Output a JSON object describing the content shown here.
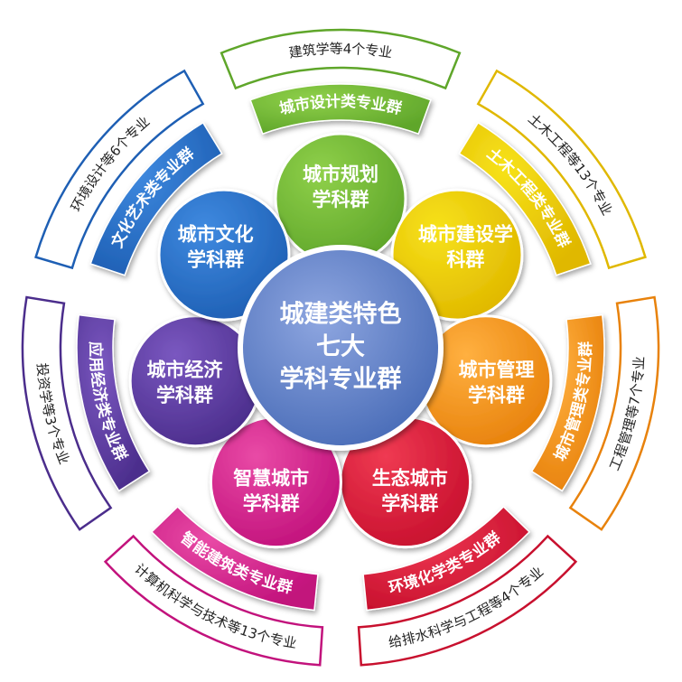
{
  "center": {
    "lines": [
      "城建类特色",
      "七大",
      "学科专业群"
    ],
    "color": "#4a6db8"
  },
  "groups": [
    {
      "id": "planning",
      "petal": [
        "城市规划",
        "学科群"
      ],
      "band": "城市设计类专业群",
      "outer": "建筑学等4个专业",
      "color": "#5fa62a",
      "light": "#8fd04a"
    },
    {
      "id": "construction",
      "petal": [
        "城市建设学",
        "科群"
      ],
      "band": "土木工程类专业群",
      "outer": "土木工程等13个专业",
      "color": "#e0b800",
      "light": "#f7e21a"
    },
    {
      "id": "management",
      "petal": [
        "城市管理",
        "学科群"
      ],
      "band": "城市管理类专业群",
      "outer": "工程管理等7个专业",
      "color": "#e8820c",
      "light": "#ffb040"
    },
    {
      "id": "ecology",
      "petal": [
        "生态城市",
        "学科群"
      ],
      "band": "环境化学类专业群",
      "outer": "给排水科学与工程等4个专业",
      "color": "#c8102e",
      "light": "#ef3a52"
    },
    {
      "id": "smart",
      "petal": [
        "智慧城市",
        "学科群"
      ],
      "band": "智能建筑类专业群",
      "outer": "计算机科学与技术等13个专业",
      "color": "#c2127c",
      "light": "#e94aa6"
    },
    {
      "id": "economy",
      "petal": [
        "城市经济",
        "学科群"
      ],
      "band": "应用经济类专业群",
      "outer": "投资学等3个专业",
      "color": "#4b2d8c",
      "light": "#7a58c0"
    },
    {
      "id": "culture",
      "petal": [
        "城市文化",
        "学科群"
      ],
      "band": "文化艺术类专业群",
      "outer": "环境设计等6个专业",
      "color": "#1e5fb4",
      "light": "#3f8ae0"
    }
  ]
}
